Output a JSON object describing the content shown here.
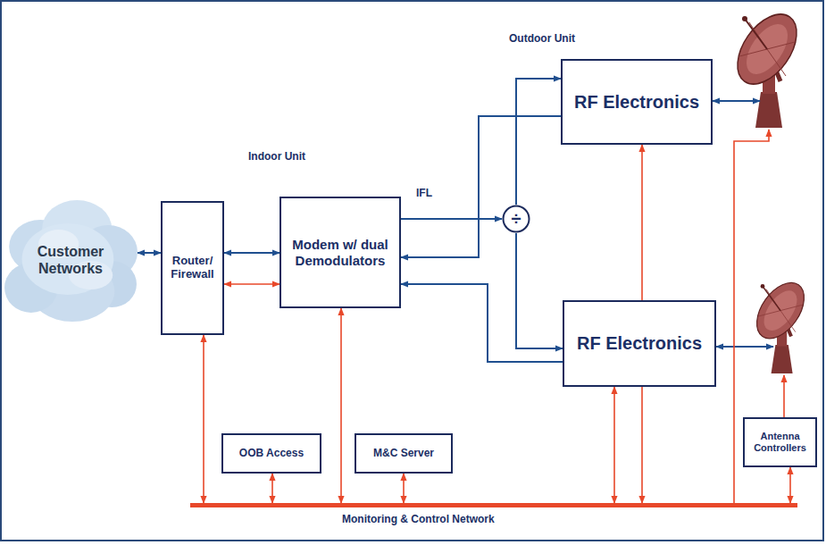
{
  "diagram": {
    "nodes": [
      {
        "text": [
          "Customer Networks"
        ]
      },
      {
        "text": [
          "Router/ Firewall"
        ]
      },
      {
        "text": [
          "Modem w/ dual Demodulators"
        ]
      },
      {
        "text": [
          "÷"
        ]
      },
      {
        "text": [
          "RF Electronics"
        ]
      },
      {
        "text": [
          "RF Electronics"
        ]
      },
      {
        "text": [
          "OOB Access"
        ]
      },
      {
        "text": [
          "M&C Server"
        ]
      },
      {
        "text": [
          "Antenna Controllers"
        ]
      },
      {
        "text": [
          "Monitoring & Control Network"
        ]
      }
    ],
    "edges": [
      {
        "from": 0,
        "to": 1,
        "arrow": "both"
      },
      {
        "from": 1,
        "to": 2,
        "arrow": "both"
      },
      {
        "from": 1,
        "to": 2,
        "arrow": "both"
      },
      {
        "from": 2,
        "to": 3,
        "arrow": "to"
      },
      {
        "from": 3,
        "to": 4,
        "arrow": "to"
      },
      {
        "from": 3,
        "to": 5,
        "arrow": "to"
      },
      {
        "from": 4,
        "to": 2,
        "arrow": "to"
      },
      {
        "from": 5,
        "to": 2,
        "arrow": "to"
      },
      {
        "from": 1,
        "to": 9,
        "arrow": "both"
      },
      {
        "from": 2,
        "to": 9,
        "arrow": "both"
      },
      {
        "from": 6,
        "to": 9,
        "arrow": "both"
      },
      {
        "from": 7,
        "to": 9,
        "arrow": "both"
      },
      {
        "from": 5,
        "to": 9,
        "arrow": "both"
      },
      {
        "from": 4,
        "to": 9,
        "arrow": "both"
      },
      {
        "from": 8,
        "to": 9,
        "arrow": "both"
      }
    ],
    "labels": [
      "Indoor Unit",
      "Outdoor Unit",
      "IFL"
    ]
  }
}
